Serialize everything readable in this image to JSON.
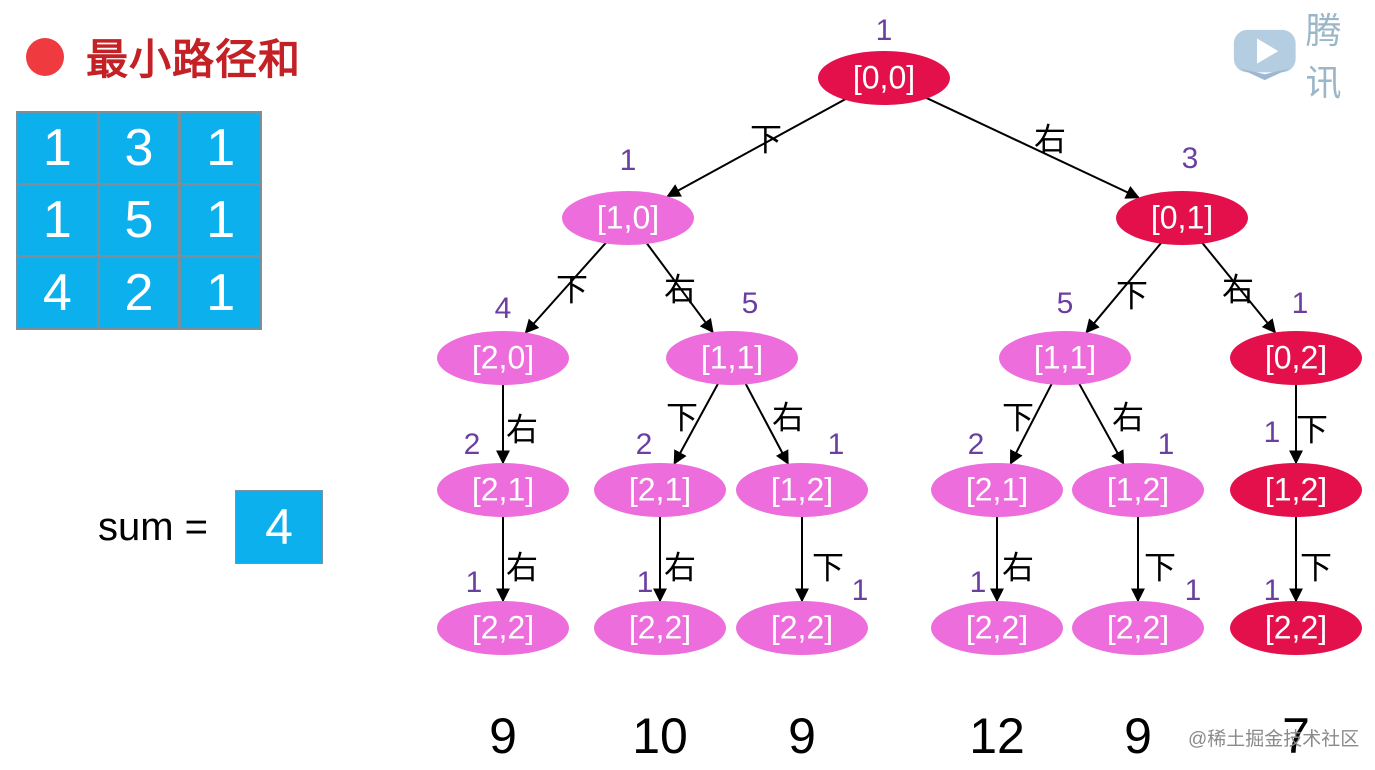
{
  "title": "最小路径和",
  "grid": [
    [
      "1",
      "3",
      "1"
    ],
    [
      "1",
      "5",
      "1"
    ],
    [
      "4",
      "2",
      "1"
    ]
  ],
  "sum": {
    "label": "sum =",
    "value": "4"
  },
  "logo": {
    "icon": "play-logo-icon",
    "text": "腾讯"
  },
  "watermark": "@稀土掘金技术社区",
  "colors": {
    "path_node": "#e3104c",
    "other_node": "#ec6ddb",
    "cell": "#0cb0ec",
    "weight": "#6b3fa0",
    "title": "#c32125"
  },
  "tree": {
    "nodes": [
      {
        "id": "n00",
        "label": "[0,0]",
        "weight": "1",
        "on_path": true
      },
      {
        "id": "n10",
        "label": "[1,0]",
        "weight": "1",
        "on_path": false
      },
      {
        "id": "n01",
        "label": "[0,1]",
        "weight": "3",
        "on_path": true
      },
      {
        "id": "n20",
        "label": "[2,0]",
        "weight": "4",
        "on_path": false
      },
      {
        "id": "n11a",
        "label": "[1,1]",
        "weight": "5",
        "on_path": false
      },
      {
        "id": "n11b",
        "label": "[1,1]",
        "weight": "5",
        "on_path": false
      },
      {
        "id": "n02",
        "label": "[0,2]",
        "weight": "1",
        "on_path": true
      },
      {
        "id": "n21a",
        "label": "[2,1]",
        "weight": "2",
        "on_path": false
      },
      {
        "id": "n21b",
        "label": "[2,1]",
        "weight": "2",
        "on_path": false
      },
      {
        "id": "n12a",
        "label": "[1,2]",
        "weight": "1",
        "on_path": false
      },
      {
        "id": "n21c",
        "label": "[2,1]",
        "weight": "2",
        "on_path": false
      },
      {
        "id": "n12b",
        "label": "[1,2]",
        "weight": "1",
        "on_path": false
      },
      {
        "id": "n12c",
        "label": "[1,2]",
        "weight": "1",
        "on_path": true
      },
      {
        "id": "n22a",
        "label": "[2,2]",
        "weight": "1",
        "on_path": false
      },
      {
        "id": "n22b",
        "label": "[2,2]",
        "weight": "1",
        "on_path": false
      },
      {
        "id": "n22c",
        "label": "[2,2]",
        "weight": "1",
        "on_path": false
      },
      {
        "id": "n22d",
        "label": "[2,2]",
        "weight": "1",
        "on_path": false
      },
      {
        "id": "n22e",
        "label": "[2,2]",
        "weight": "1",
        "on_path": false
      },
      {
        "id": "n22f",
        "label": "[2,2]",
        "weight": "1",
        "on_path": true
      }
    ],
    "edges": [
      {
        "from": "n00",
        "to": "n10",
        "label": "下"
      },
      {
        "from": "n00",
        "to": "n01",
        "label": "右"
      },
      {
        "from": "n10",
        "to": "n20",
        "label": "下"
      },
      {
        "from": "n10",
        "to": "n11a",
        "label": "右"
      },
      {
        "from": "n01",
        "to": "n11b",
        "label": "下"
      },
      {
        "from": "n01",
        "to": "n02",
        "label": "右"
      },
      {
        "from": "n20",
        "to": "n21a",
        "label": "右"
      },
      {
        "from": "n11a",
        "to": "n21b",
        "label": "下"
      },
      {
        "from": "n11a",
        "to": "n12a",
        "label": "右"
      },
      {
        "from": "n11b",
        "to": "n21c",
        "label": "下"
      },
      {
        "from": "n11b",
        "to": "n12b",
        "label": "右"
      },
      {
        "from": "n02",
        "to": "n12c",
        "label": "下"
      },
      {
        "from": "n21a",
        "to": "n22a",
        "label": "右"
      },
      {
        "from": "n21b",
        "to": "n22b",
        "label": "右"
      },
      {
        "from": "n12a",
        "to": "n22c",
        "label": "下"
      },
      {
        "from": "n21c",
        "to": "n22d",
        "label": "右"
      },
      {
        "from": "n12b",
        "to": "n22e",
        "label": "下"
      },
      {
        "from": "n12c",
        "to": "n22f",
        "label": "下"
      }
    ],
    "leaf_totals": [
      "9",
      "10",
      "9",
      "12",
      "9",
      "7"
    ]
  }
}
